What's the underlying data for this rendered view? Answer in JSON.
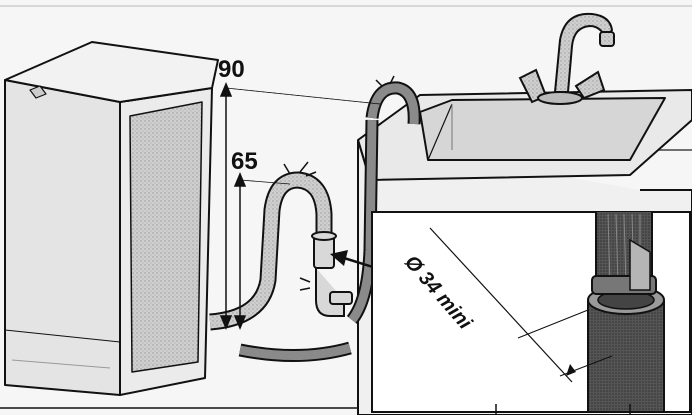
{
  "labels": {
    "height_90": "90",
    "height_65": "65",
    "pipe_diameter": "Ø 34 mini"
  },
  "colors": {
    "line": "#111111",
    "hose_fill": "#8a8a8a",
    "machine_fill": "#e6e6e6",
    "sink_fill": "#dcdcdc",
    "wall_fill": "#f4f4f4"
  }
}
